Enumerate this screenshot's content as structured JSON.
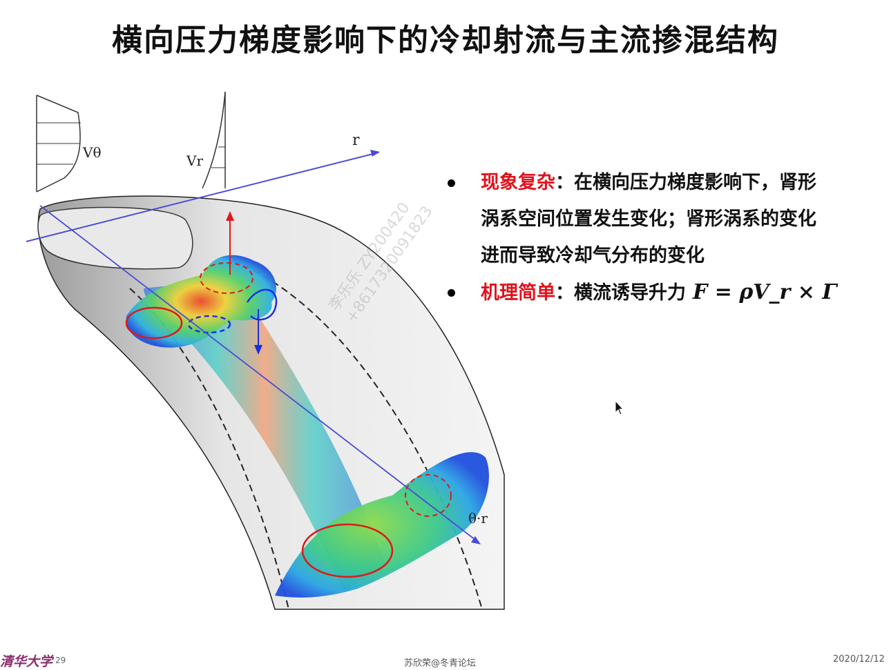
{
  "slide": {
    "title": "横向压力梯度影响下的冷却射流与主流掺混结构",
    "page_number": "29",
    "author": "苏欣荣@冬青论坛",
    "date": "2020/12/12",
    "logo_text": "清华大学",
    "watermark": [
      "李乐乐 ZY200420",
      "+8617320091823"
    ]
  },
  "bullets": [
    {
      "keyword": "现象复杂",
      "colon": "：",
      "lines": [
        "在横向压力梯度影响下，肾形",
        "涡系空间位置发生变化；肾形涡系的变化",
        "进而导致冷却气分布的变化"
      ]
    },
    {
      "keyword": "机理简单",
      "colon": "：",
      "text": "横流诱导升力",
      "formula": "F = ρV_r × Γ"
    }
  ],
  "figure": {
    "labels": {
      "v_theta": "Vθ",
      "v_r": "Vr",
      "r_axis": "r",
      "theta_r_axis": "θ·r"
    }
  },
  "colors": {
    "keyword": "#e0121b",
    "axis": "#4a4ad6",
    "vortex_red": "#e01818",
    "vortex_blue": "#1830e0"
  }
}
